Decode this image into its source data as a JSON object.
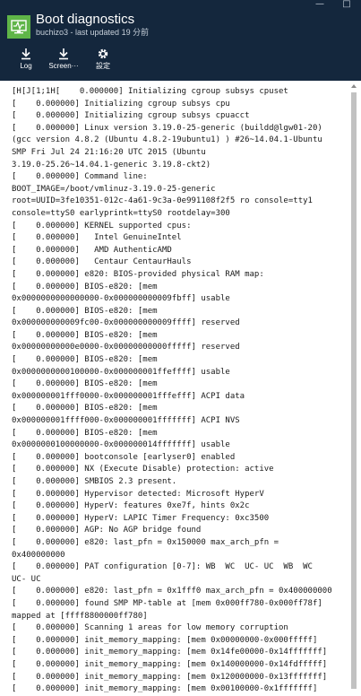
{
  "window": {
    "title": "Boot diagnostics",
    "subtitle": "buchizo3 - last updated 19 分前",
    "controls": {
      "minimize": "—",
      "maximize": "□"
    }
  },
  "toolbar": {
    "log_label": "Log",
    "screenshot_label": "Screen···",
    "settings_label": "設定"
  },
  "log": {
    "lines": [
      "[H[J[1;1H[    0.000000] Initializing cgroup subsys cpuset",
      "[    0.000000] Initializing cgroup subsys cpu",
      "[    0.000000] Initializing cgroup subsys cpuacct",
      "[    0.000000] Linux version 3.19.0-25-generic (buildd@lgw01-20)",
      "(gcc version 4.8.2 (Ubuntu 4.8.2-19ubuntu1) ) #26~14.04.1-Ubuntu",
      "SMP Fri Jul 24 21:16:20 UTC 2015 (Ubuntu",
      "3.19.0-25.26~14.04.1-generic 3.19.8-ckt2)",
      "[    0.000000] Command line:",
      "BOOT_IMAGE=/boot/vmlinuz-3.19.0-25-generic",
      "root=UUID=3fe10351-012c-4a61-9c3a-0e991108f2f5 ro console=tty1",
      "console=ttyS0 earlyprintk=ttyS0 rootdelay=300",
      "[    0.000000] KERNEL supported cpus:",
      "[    0.000000]   Intel GenuineIntel",
      "[    0.000000]   AMD AuthenticAMD",
      "[    0.000000]   Centaur CentaurHauls",
      "[    0.000000] e820: BIOS-provided physical RAM map:",
      "[    0.000000] BIOS-e820: [mem",
      "0x0000000000000000-0x000000000009fbff] usable",
      "[    0.000000] BIOS-e820: [mem",
      "0x000000000009fc00-0x000000000009ffff] reserved",
      "[    0.000000] BIOS-e820: [mem",
      "0x00000000000e0000-0x00000000000fffff] reserved",
      "[    0.000000] BIOS-e820: [mem",
      "0x0000000000100000-0x000000001ffeffff] usable",
      "[    0.000000] BIOS-e820: [mem",
      "0x000000001fff0000-0x000000001fffefff] ACPI data",
      "[    0.000000] BIOS-e820: [mem",
      "0x000000001ffff000-0x000000001fffffff] ACPI NVS",
      "[    0.000000] BIOS-e820: [mem",
      "0x0000000100000000-0x000000014fffffff] usable",
      "[    0.000000] bootconsole [earlyser0] enabled",
      "[    0.000000] NX (Execute Disable) protection: active",
      "[    0.000000] SMBIOS 2.3 present.",
      "[    0.000000] Hypervisor detected: Microsoft HyperV",
      "[    0.000000] HyperV: features 0xe7f, hints 0x2c",
      "[    0.000000] HyperV: LAPIC Timer Frequency: 0xc3500",
      "[    0.000000] AGP: No AGP bridge found",
      "[    0.000000] e820: last_pfn = 0x150000 max_arch_pfn =",
      "0x400000000",
      "[    0.000000] PAT configuration [0-7]: WB  WC  UC- UC  WB  WC",
      "UC- UC",
      "[    0.000000] e820: last_pfn = 0x1fff0 max_arch_pfn = 0x400000000",
      "[    0.000000] found SMP MP-table at [mem 0x000ff780-0x000ff78f]",
      "mapped at [ffff8800000ff780]",
      "[    0.000000] Scanning 1 areas for low memory corruption",
      "[    0.000000] init_memory_mapping: [mem 0x00000000-0x000fffff]",
      "[    0.000000] init_memory_mapping: [mem 0x14fe00000-0x14fffffff]",
      "[    0.000000] init_memory_mapping: [mem 0x140000000-0x14fdfffff]",
      "[    0.000000] init_memory_mapping: [mem 0x120000000-0x13fffffff]",
      "[    0.000000] init_memory_mapping: [mem 0x00100000-0x1fffffff]"
    ]
  },
  "colors": {
    "header_bg": "#14273d",
    "app_icon_bg": "#5fb548",
    "scroll_thumb": "#c2c2c2"
  },
  "icons": {
    "app": "monitor-pulse-icon",
    "log": "download-icon",
    "screenshot": "download-icon",
    "settings": "gear-icon"
  }
}
